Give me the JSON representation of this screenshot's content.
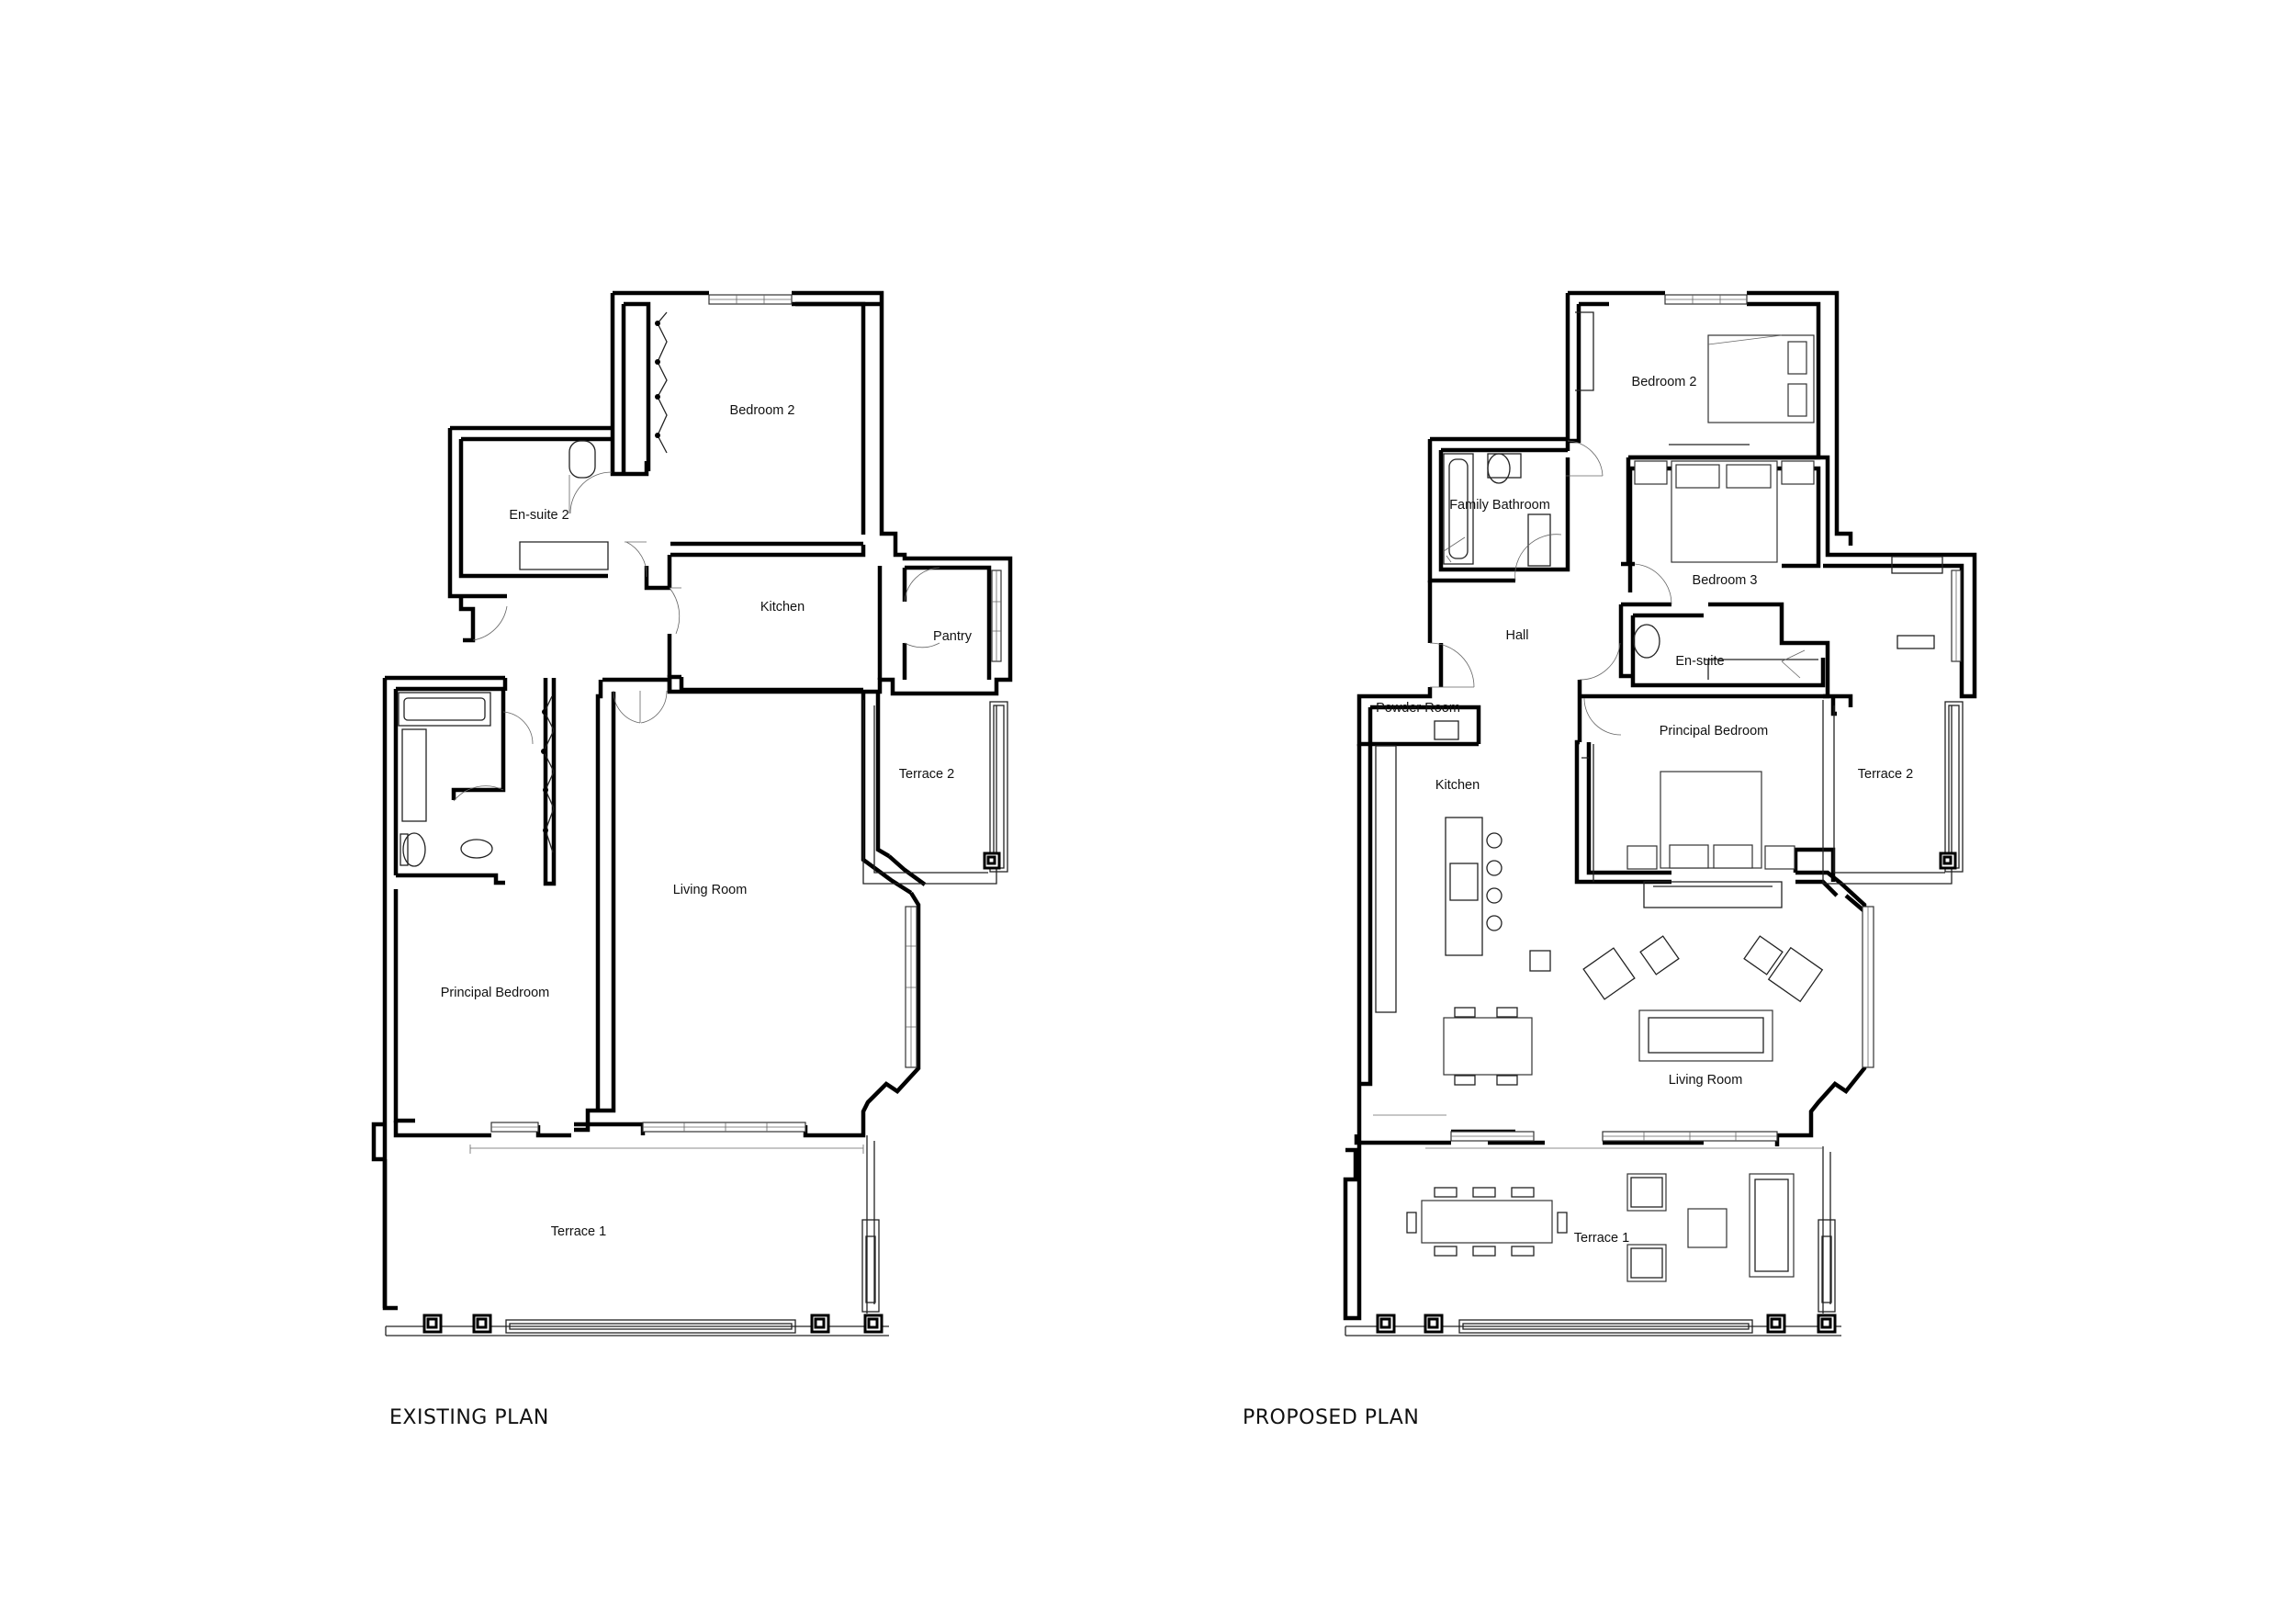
{
  "plans": [
    {
      "title": "EXISTING PLAN",
      "rooms": {
        "bedroom2": "Bedroom 2",
        "ensuite2": "En-suite 2",
        "kitchen": "Kitchen",
        "pantry": "Pantry",
        "terrace2": "Terrace 2",
        "living": "Living Room",
        "principal": "Principal Bedroom",
        "terrace1": "Terrace 1"
      }
    },
    {
      "title": "PROPOSED PLAN",
      "rooms": {
        "bedroom2": "Bedroom 2",
        "family_bath": "Family Bathroom",
        "bedroom3": "Bedroom 3",
        "hall": "Hall",
        "ensuite": "En-suite",
        "powder": "Powder Room",
        "principal": "Principal Bedroom",
        "kitchen": "Kitchen",
        "terrace2": "Terrace 2",
        "living": "Living Room",
        "terrace1": "Terrace 1"
      }
    }
  ]
}
